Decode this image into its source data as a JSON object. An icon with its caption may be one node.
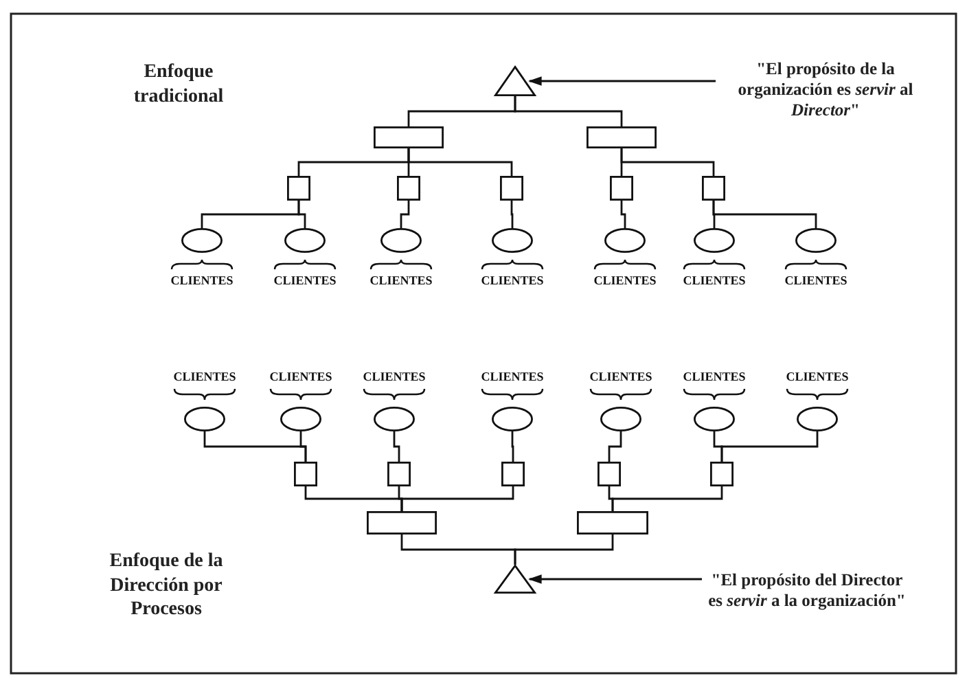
{
  "diagram": {
    "nodes": [
      {
        "text": [],
        "shape": "triangle"
      },
      {
        "text": [],
        "shape": "box"
      },
      {
        "text": [],
        "shape": "box"
      },
      {
        "text": [],
        "shape": "box"
      },
      {
        "text": [],
        "shape": "box"
      },
      {
        "text": [],
        "shape": "box"
      },
      {
        "text": [],
        "shape": "box"
      },
      {
        "text": [],
        "shape": "box"
      },
      {
        "text": [],
        "shape": "ellipse",
        "beside": [
          "CLIENTES"
        ]
      },
      {
        "text": [],
        "shape": "ellipse",
        "beside": [
          "CLIENTES"
        ]
      },
      {
        "text": [],
        "shape": "ellipse",
        "beside": [
          "CLIENTES"
        ]
      },
      {
        "text": [],
        "shape": "ellipse",
        "beside": [
          "CLIENTES"
        ]
      },
      {
        "text": [],
        "shape": "ellipse",
        "beside": [
          "CLIENTES"
        ]
      },
      {
        "text": [],
        "shape": "ellipse",
        "beside": [
          "CLIENTES"
        ]
      },
      {
        "text": [],
        "shape": "ellipse",
        "beside": [
          "CLIENTES"
        ]
      },
      {
        "text": [
          "\"El propósito de la organización es *servir* al *Director*\""
        ]
      },
      {
        "text": [],
        "shape": "ellipse",
        "beside": [
          "CLIENTES"
        ]
      },
      {
        "text": [],
        "shape": "ellipse",
        "beside": [
          "CLIENTES"
        ]
      },
      {
        "text": [],
        "shape": "ellipse",
        "beside": [
          "CLIENTES"
        ]
      },
      {
        "text": [],
        "shape": "ellipse",
        "beside": [
          "CLIENTES"
        ]
      },
      {
        "text": [],
        "shape": "ellipse",
        "beside": [
          "CLIENTES"
        ]
      },
      {
        "text": [],
        "shape": "ellipse",
        "beside": [
          "CLIENTES"
        ]
      },
      {
        "text": [],
        "shape": "ellipse",
        "beside": [
          "CLIENTES"
        ]
      },
      {
        "text": [],
        "shape": "box"
      },
      {
        "text": [],
        "shape": "box"
      },
      {
        "text": [],
        "shape": "box"
      },
      {
        "text": [],
        "shape": "box"
      },
      {
        "text": [],
        "shape": "box"
      },
      {
        "text": [],
        "shape": "box"
      },
      {
        "text": [],
        "shape": "box"
      },
      {
        "text": [],
        "shape": "triangle"
      },
      {
        "text": [
          "\"El propósito del Director es *servir* a la organización\""
        ]
      }
    ],
    "edges": [
      {
        "from": 0,
        "to": 1,
        "arrow": "none"
      },
      {
        "from": 0,
        "to": 2,
        "arrow": "none"
      },
      {
        "from": 1,
        "to": 3,
        "arrow": "none"
      },
      {
        "from": 1,
        "to": 4,
        "arrow": "none"
      },
      {
        "from": 1,
        "to": 5,
        "arrow": "none"
      },
      {
        "from": 2,
        "to": 6,
        "arrow": "none"
      },
      {
        "from": 2,
        "to": 7,
        "arrow": "none"
      },
      {
        "from": 3,
        "to": 8,
        "arrow": "none"
      },
      {
        "from": 3,
        "to": 9,
        "arrow": "none"
      },
      {
        "from": 4,
        "to": 10,
        "arrow": "none"
      },
      {
        "from": 5,
        "to": 11,
        "arrow": "none"
      },
      {
        "from": 6,
        "to": 12,
        "arrow": "none"
      },
      {
        "from": 7,
        "to": 13,
        "arrow": "none"
      },
      {
        "from": 7,
        "to": 14,
        "arrow": "none"
      },
      {
        "from": 15,
        "to": 0,
        "arrow": "to"
      },
      {
        "from": 16,
        "to": 23,
        "arrow": "none"
      },
      {
        "from": 17,
        "to": 23,
        "arrow": "none"
      },
      {
        "from": 18,
        "to": 24,
        "arrow": "none"
      },
      {
        "from": 19,
        "to": 25,
        "arrow": "none"
      },
      {
        "from": 20,
        "to": 26,
        "arrow": "none"
      },
      {
        "from": 21,
        "to": 27,
        "arrow": "none"
      },
      {
        "from": 22,
        "to": 27,
        "arrow": "none"
      },
      {
        "from": 23,
        "to": 28,
        "arrow": "none"
      },
      {
        "from": 24,
        "to": 28,
        "arrow": "none"
      },
      {
        "from": 25,
        "to": 28,
        "arrow": "none"
      },
      {
        "from": 26,
        "to": 29,
        "arrow": "none"
      },
      {
        "from": 27,
        "to": 29,
        "arrow": "none"
      },
      {
        "from": 28,
        "to": 30,
        "arrow": "none"
      },
      {
        "from": 29,
        "to": 30,
        "arrow": "none"
      },
      {
        "from": 31,
        "to": 30,
        "arrow": "to"
      }
    ],
    "labels": [
      "Enfoque tradicional",
      "Enfoque de la Dirección por Procesos"
    ]
  }
}
